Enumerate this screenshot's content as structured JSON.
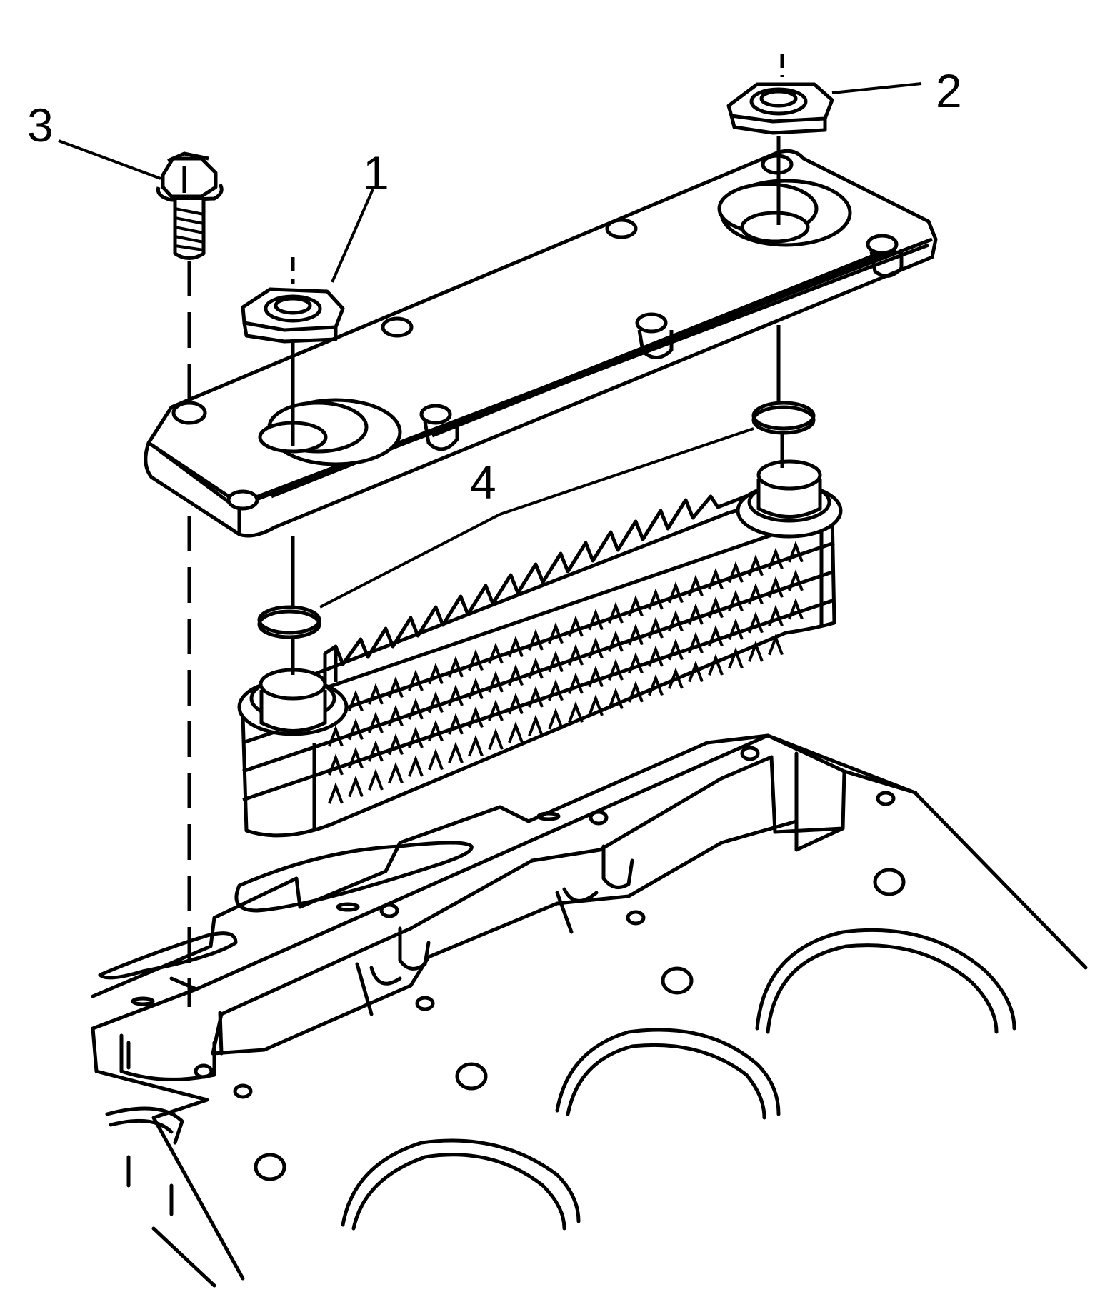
{
  "callouts": {
    "nut_1": "1",
    "nut_2": "2",
    "bolt": "3",
    "seals": "4"
  },
  "colors": {
    "ink": "#000000",
    "paper": "#ffffff"
  }
}
